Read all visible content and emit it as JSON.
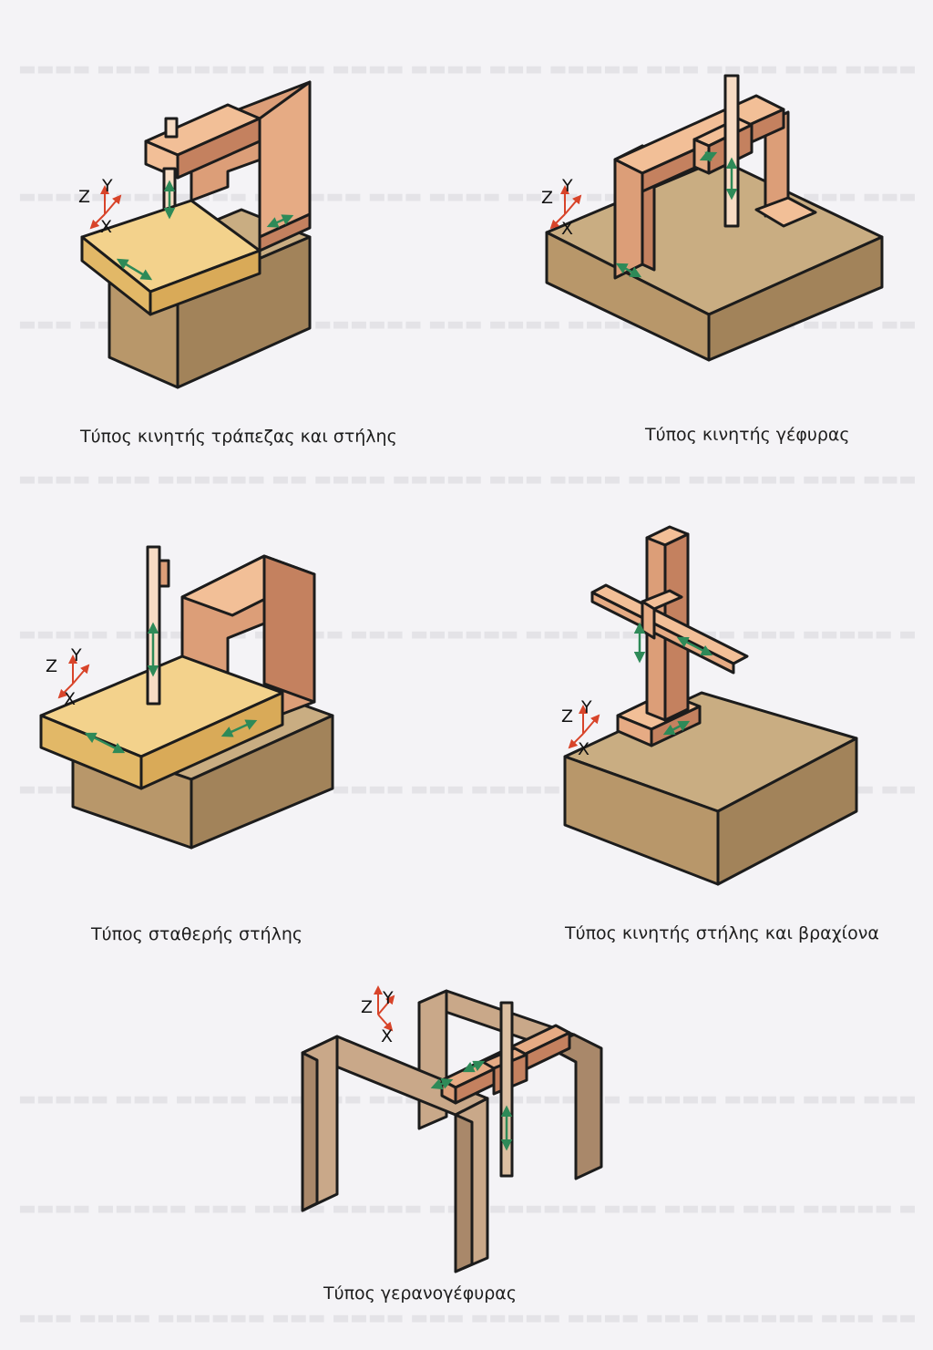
{
  "figures": [
    {
      "caption": "Τύπος κινητής τράπεζας και στήλης",
      "axes": {
        "x": "X",
        "y": "Y",
        "z": "Z"
      }
    },
    {
      "caption": "Τύπος κινητής γέφυρας",
      "axes": {
        "x": "X",
        "y": "Y",
        "z": "Z"
      }
    },
    {
      "caption": "Τύπος σταθερής στήλης",
      "axes": {
        "x": "X",
        "y": "Y",
        "z": "Z"
      }
    },
    {
      "caption": "Τύπος κινητής στήλης και βραχίονα",
      "axes": {
        "x": "X",
        "y": "Y",
        "z": "Z"
      }
    },
    {
      "caption": "Τύπος γερανογέφυρας",
      "axes": {
        "x": "X",
        "y": "Y",
        "z": "Z"
      }
    }
  ],
  "colors": {
    "base_top": "#c9ad82",
    "base_front": "#b8976a",
    "base_side": "#a2835a",
    "table_top": "#f3d28c",
    "table_front": "#e2b867",
    "frame_light": "#f2bf97",
    "frame_mid": "#dc9e78",
    "frame_dark": "#c4815f",
    "crane_light": "#c9a889",
    "crane_dark": "#a9886a",
    "arrow_green": "#2e8a58",
    "axis_red": "#d8442a",
    "outline": "#1c1c1c"
  }
}
